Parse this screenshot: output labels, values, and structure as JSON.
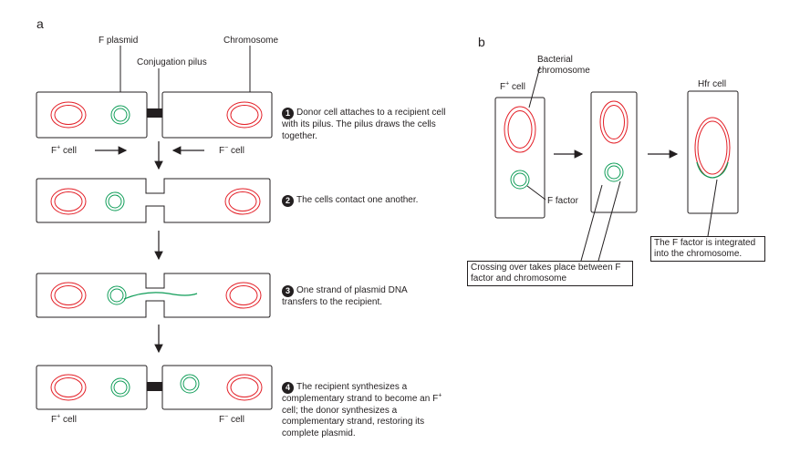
{
  "panel_a": {
    "label": "a",
    "top_labels": {
      "f_plasmid": "F plasmid",
      "chromosome": "Chromosome",
      "pilus": "Conjugation pilus"
    },
    "cell_labels": {
      "f_plus_base": "F",
      "f_plus_sup": "+",
      "f_minus_base": "F",
      "f_minus_sup": "−",
      "cell_word": "cell"
    },
    "steps": [
      {
        "num": "1",
        "text": "Donor cell attaches to a recipient cell with its pilus. The pilus draws the cells together."
      },
      {
        "num": "2",
        "text": "The cells contact one another."
      },
      {
        "num": "3",
        "text": "One strand of plasmid DNA transfers to the recipient."
      },
      {
        "num": "4",
        "text_pre": "The recipient synthesizes a complementary strand to become an F",
        "text_sup": "+",
        "text_post": " cell; the donor synthesizes a complementary strand, restoring its complete plasmid."
      }
    ]
  },
  "panel_b": {
    "label": "b",
    "bacterial_chromosome": "Bacterial chromosome",
    "f_cell_base": "F",
    "f_cell_sup": "+",
    "f_cell_word": "cell",
    "f_factor": "F factor",
    "hfr_cell": "Hfr cell",
    "crossing_over": "Crossing over takes place between F factor and chromosome",
    "integrated": "The F factor is integrated into the chromosome."
  },
  "colors": {
    "chromosome": "#e31e26",
    "plasmid": "#0f9d58",
    "pilus": "#231f20",
    "outline": "#231f20"
  }
}
